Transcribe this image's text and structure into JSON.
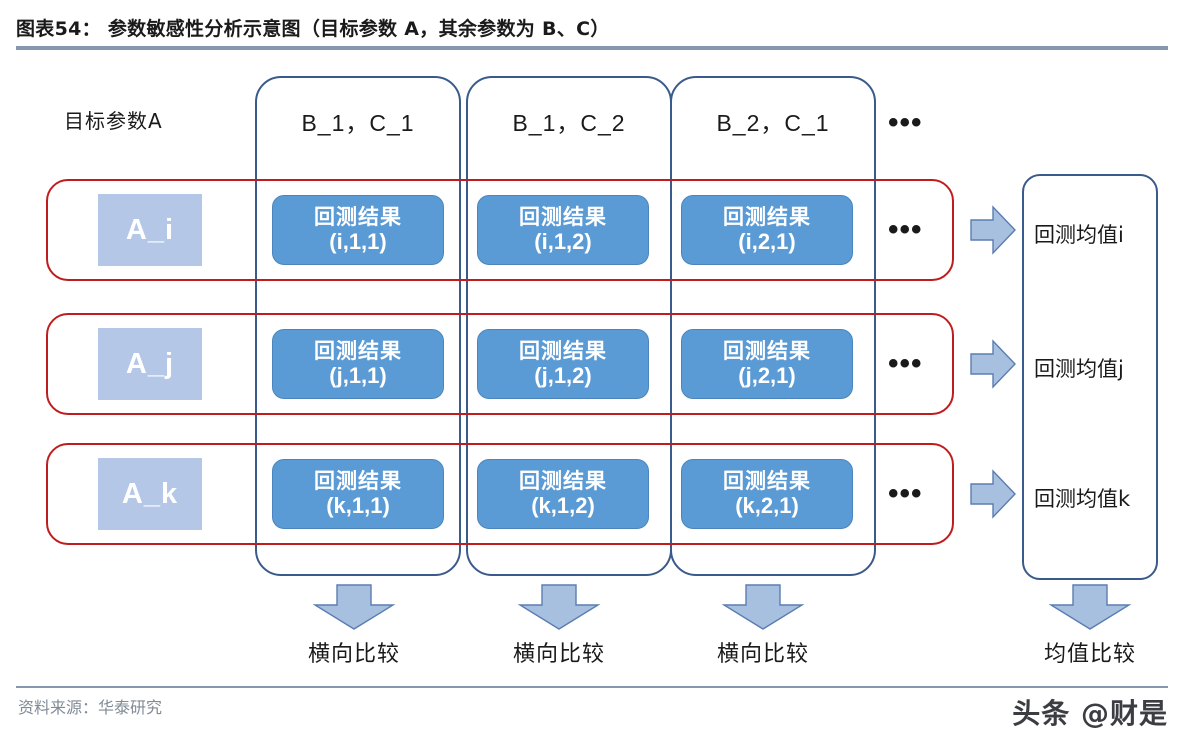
{
  "figure": {
    "title": "图表54：  参数敏感性分析示意图（目标参数 A，其余参数为 B、C）",
    "source": "资料来源：华泰研究",
    "watermark": "头条 @财是"
  },
  "diagram": {
    "axis_caption": "目标参数A",
    "column_headers": [
      {
        "label": "B_1，C_1"
      },
      {
        "label": "B_1，C_2"
      },
      {
        "label": "B_2，C_1"
      }
    ],
    "column_ellipsis": "•••",
    "rows": [
      {
        "param": "A_i",
        "cells": [
          {
            "line1": "回测结果",
            "line2": "(i,1,1)"
          },
          {
            "line1": "回测结果",
            "line2": "(i,1,2)"
          },
          {
            "line1": "回测结果",
            "line2": "(i,2,1)"
          }
        ],
        "row_ellipsis": "•••",
        "mean_label": "回测均值i"
      },
      {
        "param": "A_j",
        "cells": [
          {
            "line1": "回测结果",
            "line2": "(j,1,1)"
          },
          {
            "line1": "回测结果",
            "line2": "(j,1,2)"
          },
          {
            "line1": "回测结果",
            "line2": "(j,2,1)"
          }
        ],
        "row_ellipsis": "•••",
        "mean_label": "回测均值j"
      },
      {
        "param": "A_k",
        "cells": [
          {
            "line1": "回测结果",
            "line2": "(k,1,1)"
          },
          {
            "line1": "回测结果",
            "line2": "(k,1,2)"
          },
          {
            "line1": "回测结果",
            "line2": "(k,2,1)"
          }
        ],
        "row_ellipsis": "•••",
        "mean_label": "回测均值k"
      }
    ],
    "bottom_labels": [
      {
        "label": "横向比较"
      },
      {
        "label": "横向比较"
      },
      {
        "label": "横向比较"
      },
      {
        "label": "均值比较"
      }
    ]
  },
  "colors": {
    "rule": "#8497b0",
    "column_outline": "#3a5a8c",
    "row_outline": "#bf1d1d",
    "cell_fill": "#5b9bd5",
    "chip_fill": "#b4c7e7",
    "arrow_fill": "#a8c0e0",
    "arrow_stroke": "#5a7db0"
  }
}
